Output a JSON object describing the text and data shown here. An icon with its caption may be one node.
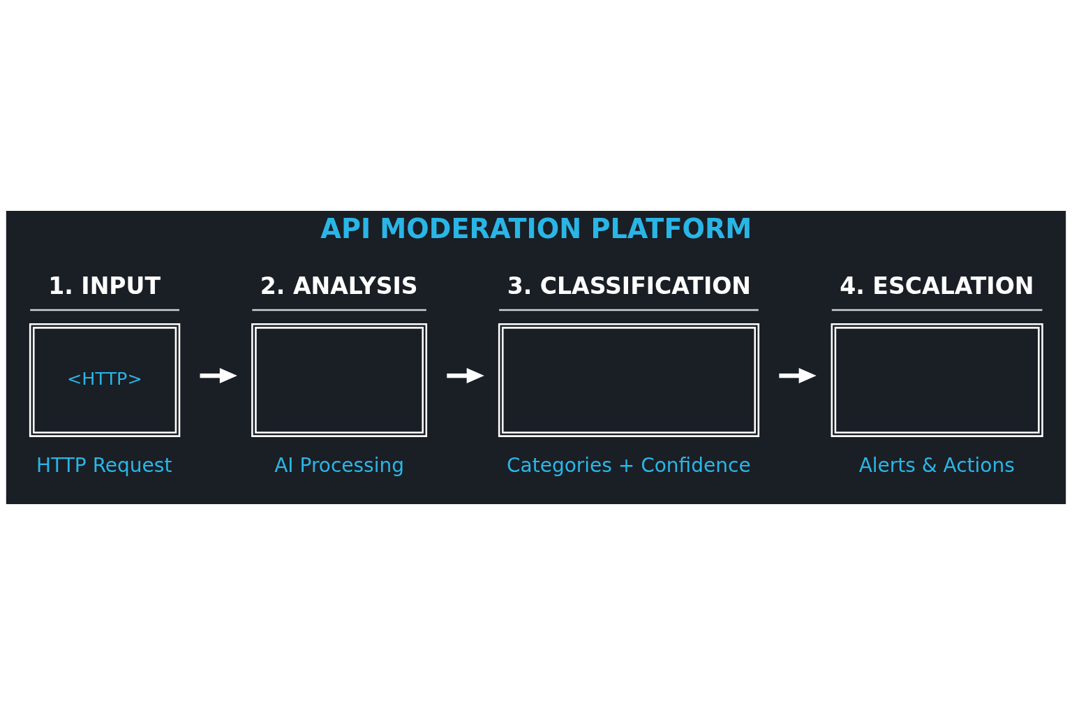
{
  "diagram": {
    "title": "API MODERATION PLATFORM",
    "nodes": [
      {
        "text": [
          "1. INPUT",
          "<HTTP>",
          "HTTP Request"
        ]
      },
      {
        "text": [
          "2. ANALYSIS",
          "AI Processing"
        ]
      },
      {
        "text": [
          "3. CLASSIFICATION",
          "Categories + Confidence"
        ]
      },
      {
        "text": [
          "4. ESCALATION",
          "Alerts & Actions"
        ]
      }
    ],
    "edges": [
      {
        "from": 0,
        "to": 1,
        "arrow": "to"
      },
      {
        "from": 1,
        "to": 2,
        "arrow": "to"
      },
      {
        "from": 2,
        "to": 3,
        "arrow": "to"
      }
    ]
  }
}
